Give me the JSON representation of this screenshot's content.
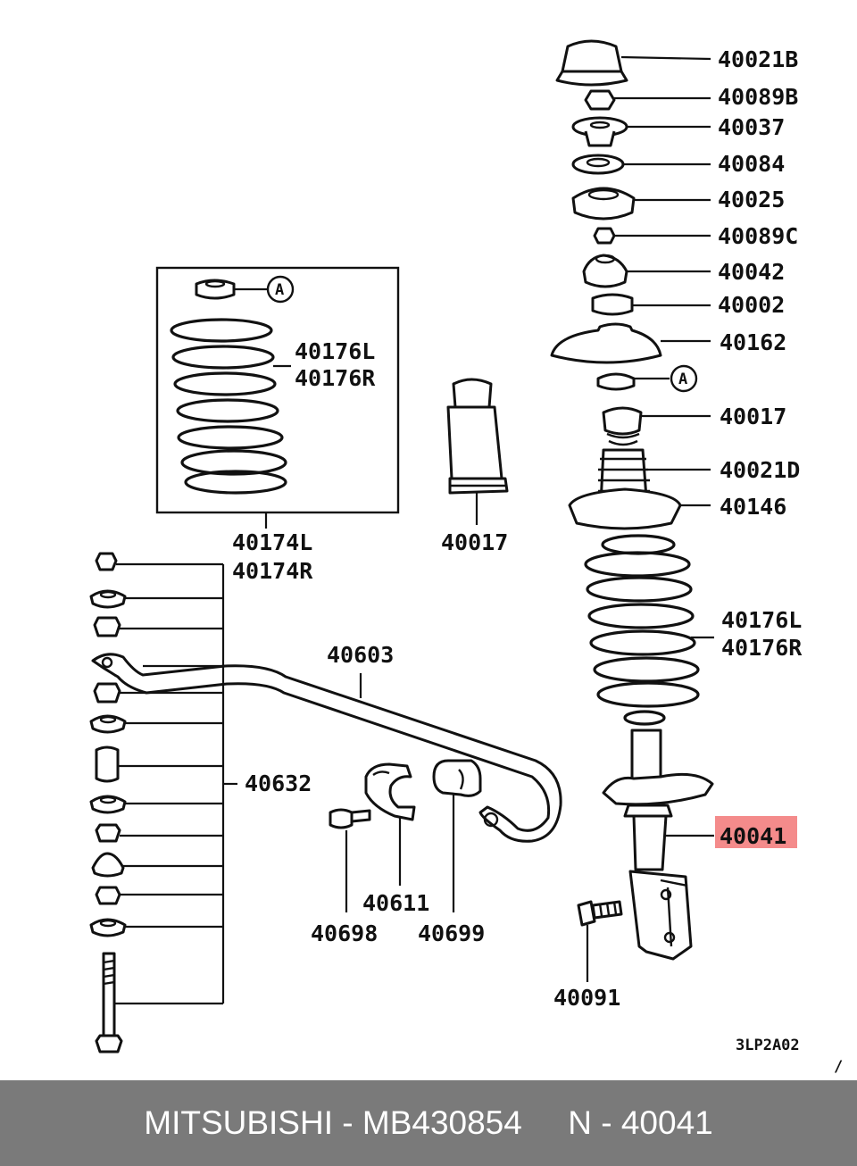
{
  "labels": {
    "p40021B": "40021B",
    "p40089B": "40089B",
    "p40037": "40037",
    "p40084": "40084",
    "p40025": "40025",
    "p40089C": "40089C",
    "p40042": "40042",
    "p40002": "40002",
    "p40162": "40162",
    "p40017r": "40017",
    "p40021D": "40021D",
    "p40146": "40146",
    "p40176L_r": "40176L",
    "p40176R_r": "40176R",
    "p40041": "40041",
    "p40091": "40091",
    "p40176L_box": "40176L",
    "p40176R_box": "40176R",
    "p40174L": "40174L",
    "p40174R": "40174R",
    "p40017c": "40017",
    "p40603": "40603",
    "p40632": "40632",
    "p40698": "40698",
    "p40611": "40611",
    "p40699": "40699",
    "circleA1": "A",
    "circleA2": "A",
    "diagram_code": "3LP2A02",
    "tick_mark": "/"
  },
  "highlight": {
    "part": "40041",
    "color": "#f48b8b"
  },
  "footer": {
    "text": "MITSUBISHI - MB430854     N - 40041",
    "background": "#7a7a7a"
  }
}
